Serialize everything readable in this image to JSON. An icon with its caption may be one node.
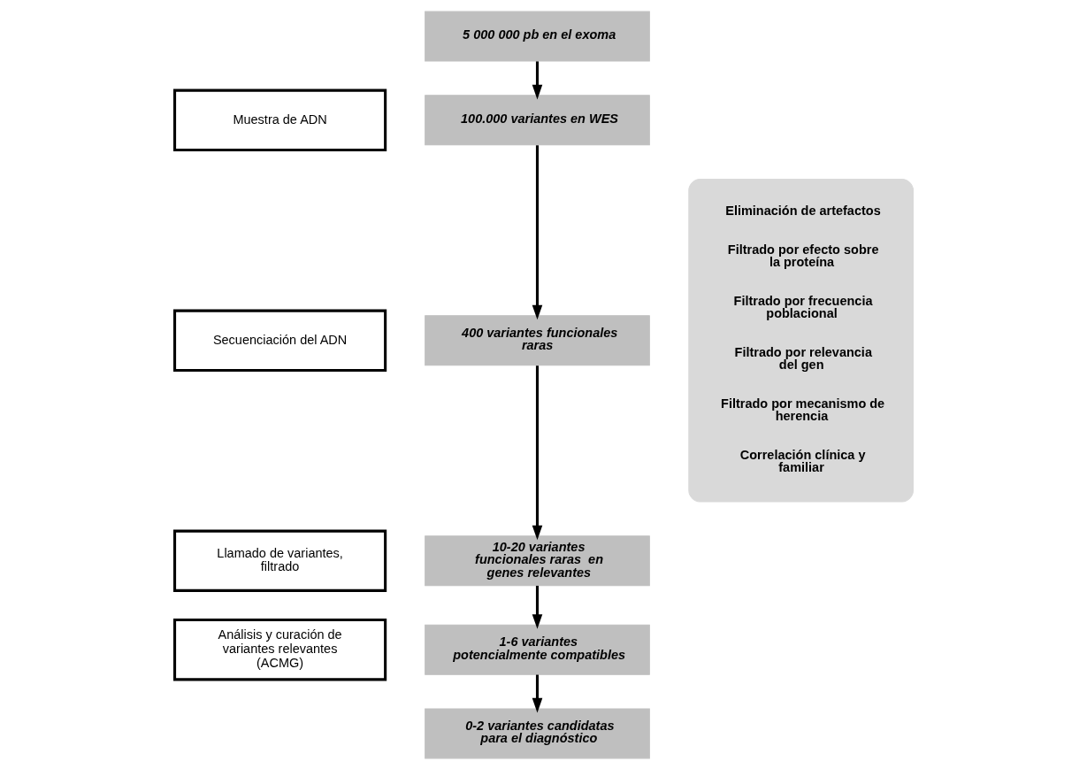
{
  "diagram": {
    "nodes": [
      {
        "text": [
          "Muestra de ADN"
        ]
      },
      {
        "text": [
          "Secuenciación del ADN"
        ]
      },
      {
        "text": [
          "Llamado de variantes, filtrado"
        ]
      },
      {
        "text": [
          "Análisis y curación de variantes relevantes (ACMG)"
        ]
      },
      {
        "text": [
          "Eliminación de artefactos",
          "Filtrado por efecto sobre la proteína",
          "Filtrado por frecuencia poblacional",
          "Filtrado por relevancia del gen",
          "Filtrado por mecanismo de herencia",
          "Correlación clínica y familiar"
        ]
      },
      {
        "text": [
          "5 000 000 pb en el exoma"
        ]
      },
      {
        "text": [
          "100.000 variantes en WES"
        ]
      },
      {
        "text": [
          "400 variantes funcionales raras"
        ]
      },
      {
        "text": [
          "10-20 variantes funcionales raras  en genes relevantes"
        ]
      },
      {
        "text": [
          "1-6 variantes potencialmente compatibles"
        ]
      },
      {
        "text": [
          "0-2 variantes candidatas para el diagnóstico"
        ]
      }
    ],
    "edges": [
      {
        "from": 5,
        "to": 6,
        "arrow": "to"
      },
      {
        "from": 6,
        "to": 7,
        "arrow": "to"
      },
      {
        "from": 7,
        "to": 8,
        "arrow": "to"
      },
      {
        "from": 8,
        "to": 9,
        "arrow": "to"
      },
      {
        "from": 9,
        "to": 10,
        "arrow": "to"
      }
    ]
  }
}
